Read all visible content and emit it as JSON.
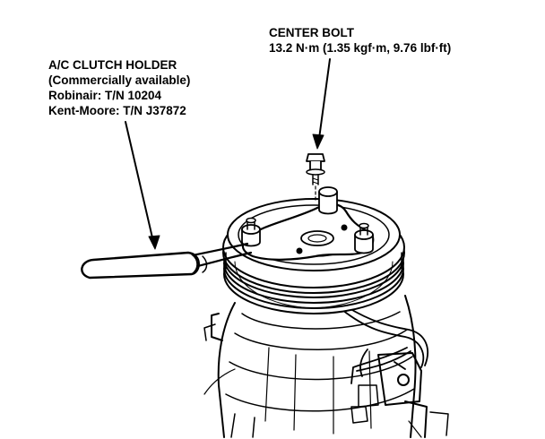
{
  "labels": {
    "clutch_holder": {
      "title": "A/C CLUTCH HOLDER",
      "line2": "(Commercially available)",
      "line3": "Robinair: T/N 10204",
      "line4": "Kent-Moore: T/N J37872"
    },
    "center_bolt": {
      "title": "CENTER BOLT",
      "torque": "13.2 N·m (1.35 kgf·m, 9.76 lbf·ft)"
    }
  },
  "colors": {
    "ink": "#000000",
    "paper": "#ffffff",
    "shade": "#d9d9d9"
  }
}
